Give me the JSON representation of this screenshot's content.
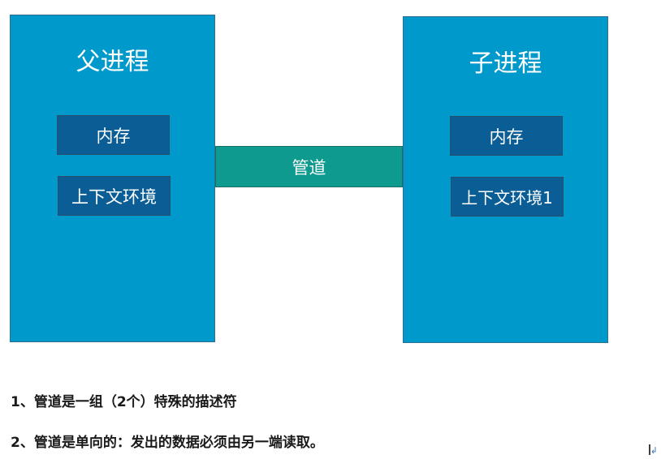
{
  "diagram": {
    "parent_process": {
      "title": "父进程",
      "memory": "内存",
      "context": "上下文环境"
    },
    "child_process": {
      "title": "子进程",
      "memory": "内存",
      "context": "上下文环境1"
    },
    "pipe": "管道"
  },
  "notes": [
    "1、管道是一组（2个）特殊的描述符",
    "2、管道是单向的：发出的数据必须由另一端读取。"
  ],
  "colors": {
    "process_box": "#0099cc",
    "inner_box": "#0b5e95",
    "pipe": "#0e9a8f"
  }
}
